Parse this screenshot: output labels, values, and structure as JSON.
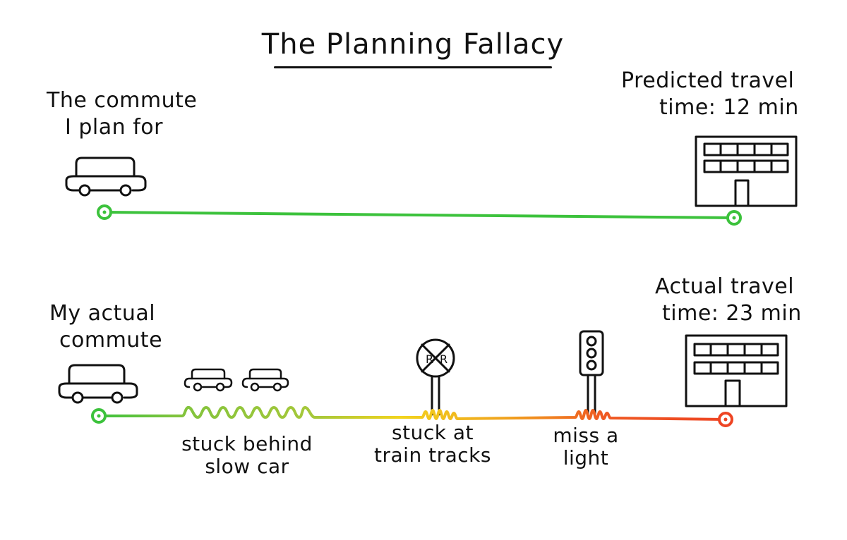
{
  "title": "The Planning Fallacy",
  "planned": {
    "label_line1": "The commute",
    "label_line2": "I plan for",
    "end_line1": "Predicted travel",
    "end_line2": "time: 12 min",
    "travel_time_min": 12,
    "line_color": "#3cc23c"
  },
  "actual": {
    "label_line1": "My actual",
    "label_line2": "commute",
    "end_line1": "Actual travel",
    "end_line2": "time: 23 min",
    "travel_time_min": 23,
    "gradient_colors": [
      "#3cc23c",
      "#a8c83a",
      "#f2d41e",
      "#f0a21e",
      "#ef5a22",
      "#ee4423"
    ],
    "delays": [
      {
        "line1": "stuck behind",
        "line2": "slow car",
        "icon": "slow-cars-icon"
      },
      {
        "line1": "stuck at",
        "line2": "train tracks",
        "icon": "railroad-crossing-icon"
      },
      {
        "line1": "miss a",
        "line2": "light",
        "icon": "traffic-light-icon"
      }
    ]
  },
  "crossing_sign_text": "R R"
}
